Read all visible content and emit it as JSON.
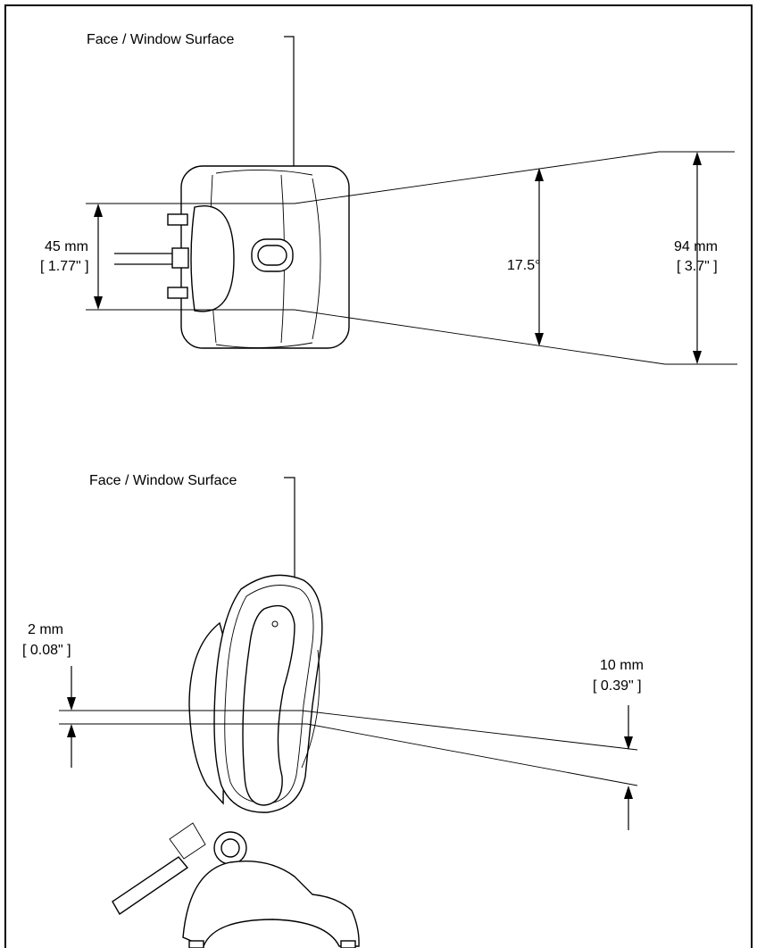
{
  "top_view": {
    "face_label": "Face / Window Surface",
    "height_dim": {
      "mm": "45 mm",
      "in": "[ 1.77\" ]"
    },
    "angle_label": "17.5°",
    "field_dim": {
      "mm": "94 mm",
      "in": "[  3.7\" ]"
    }
  },
  "side_view": {
    "face_label": "Face / Window Surface",
    "near_dim": {
      "mm": "2 mm",
      "in": "[ 0.08\" ]"
    },
    "far_dim": {
      "mm": "10 mm",
      "in": "[ 0.39\" ]"
    }
  }
}
